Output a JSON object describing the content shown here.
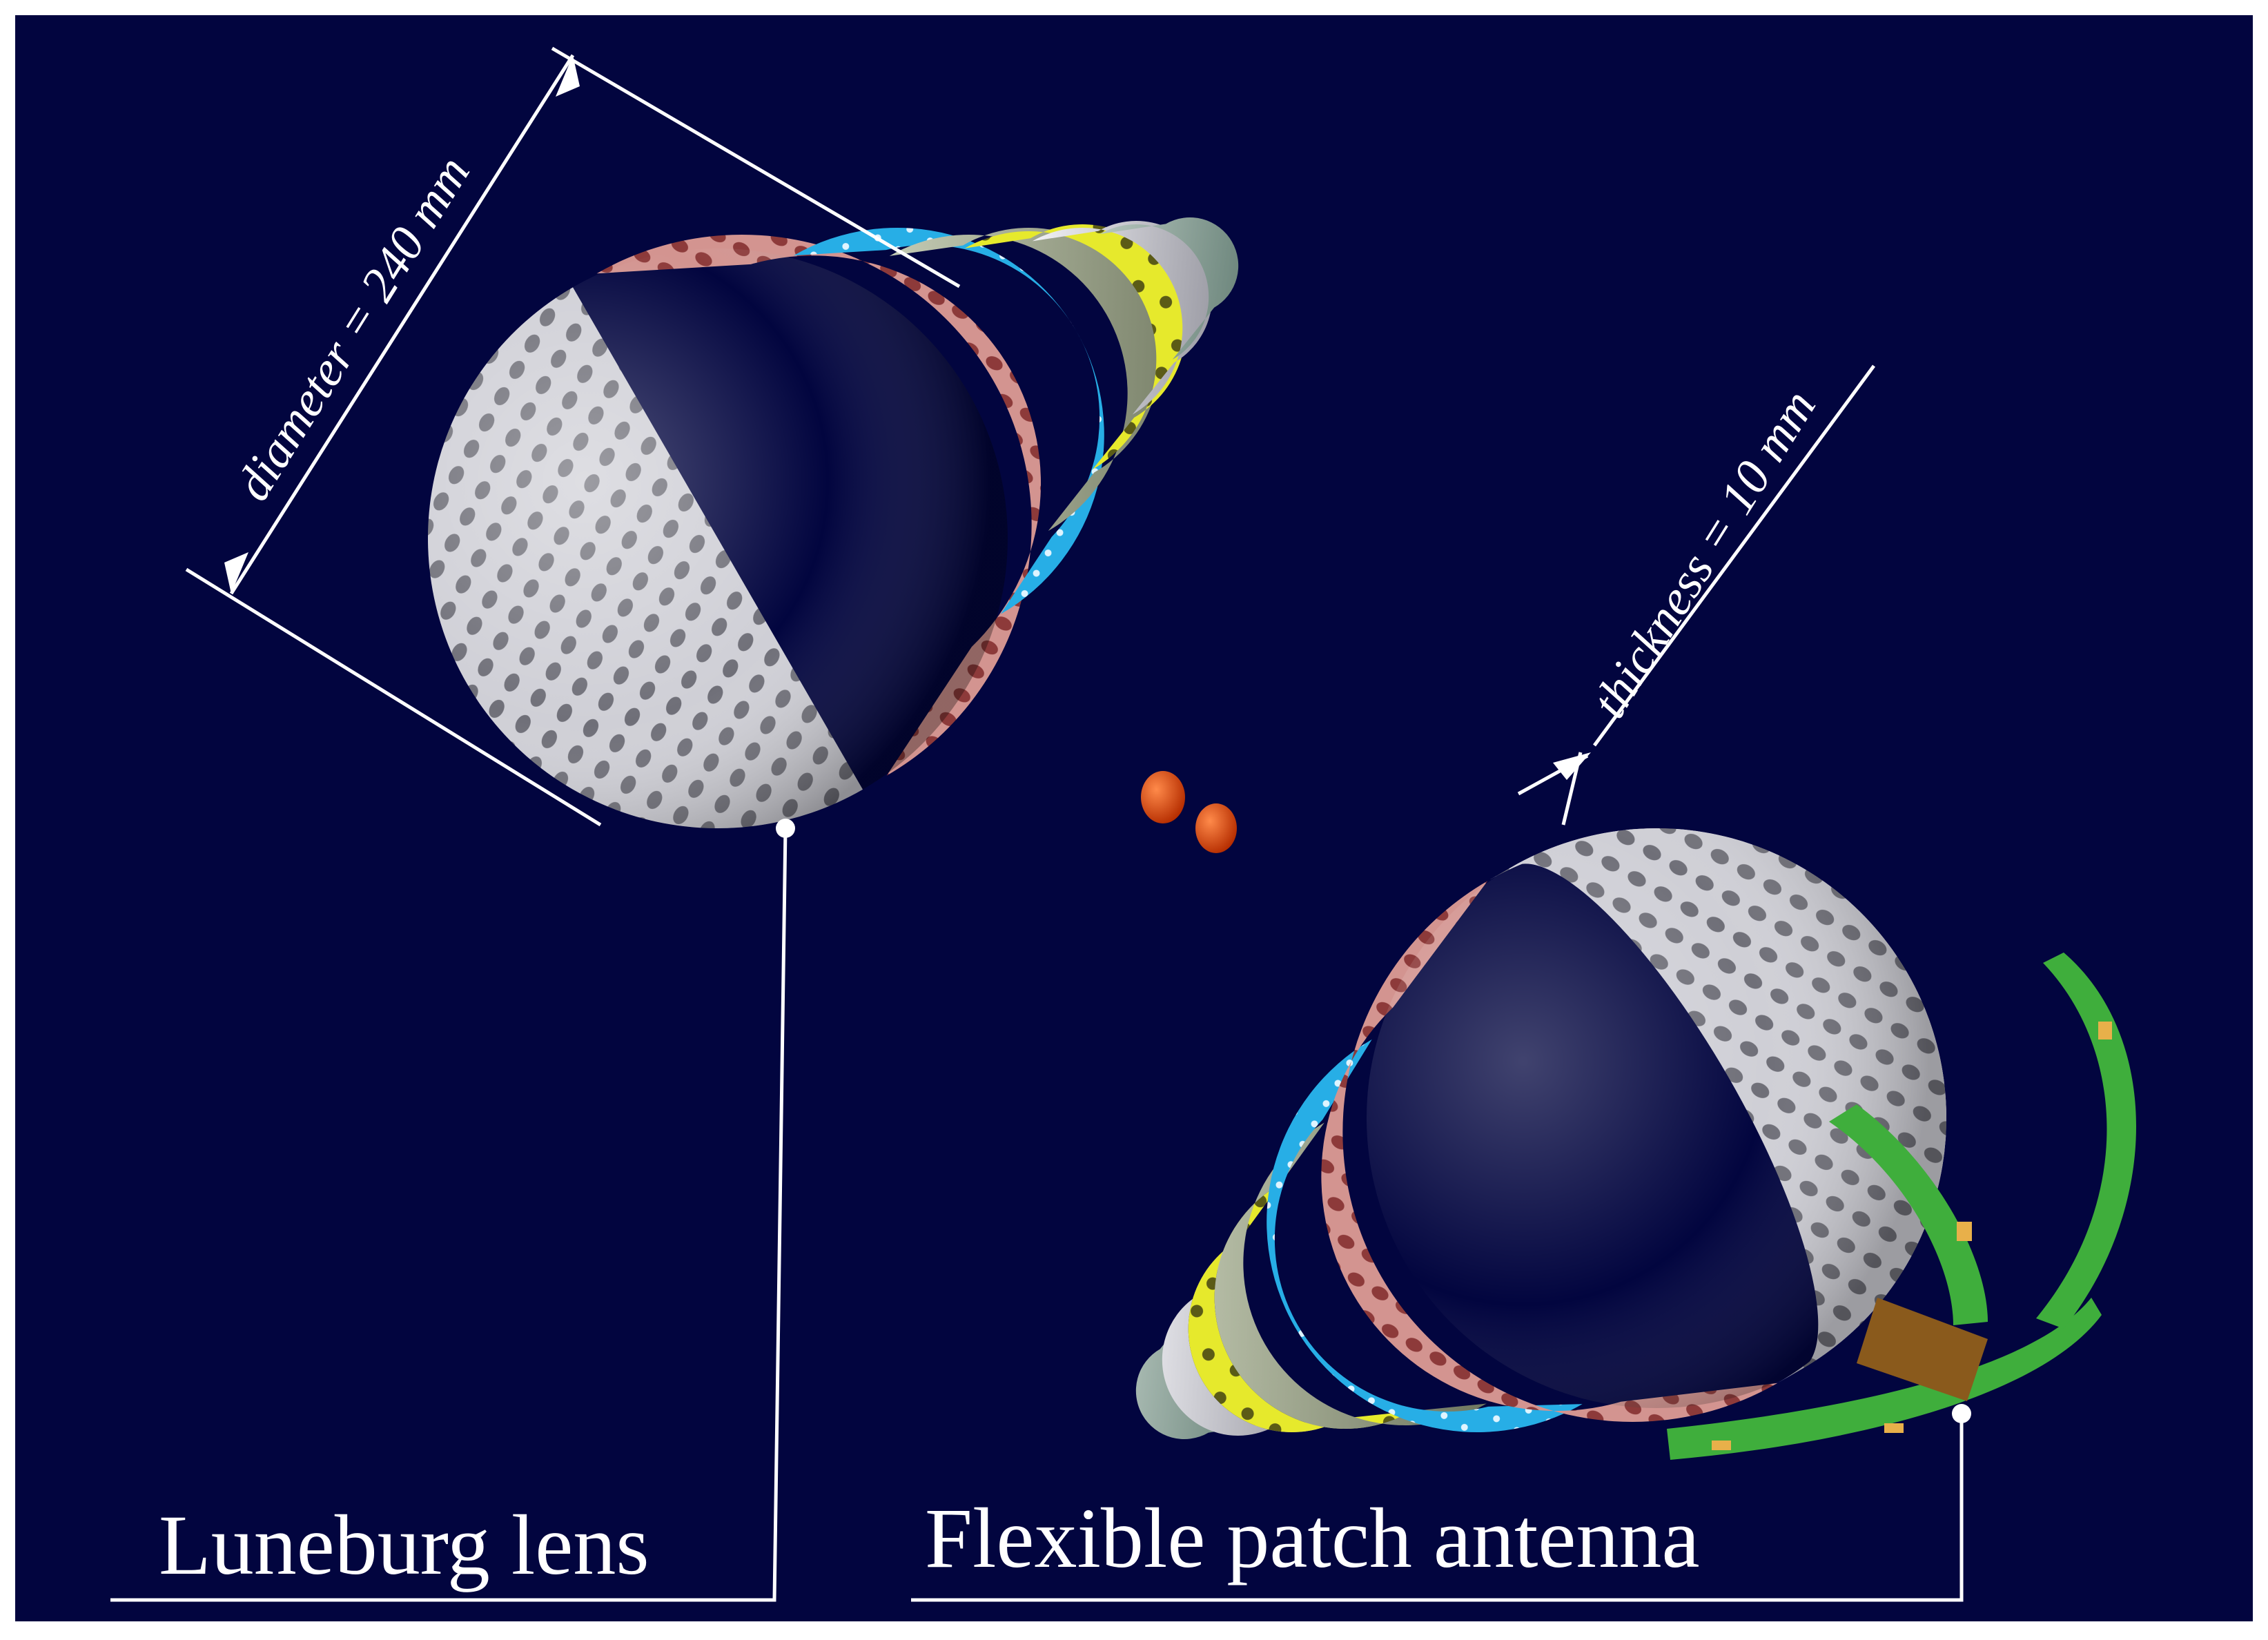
{
  "labels": {
    "diameter": "diameter = 240 mm",
    "thickness": "thickness = 10 mm",
    "lens": "Luneburg lens",
    "antenna": "Flexible patch antenna"
  },
  "colors": {
    "background": "#02053f",
    "frame": "#ffffff",
    "outer_shell": "#c9c9cf",
    "pink_shell": "#d08a86",
    "blue_shell": "#27aee6",
    "sage_shell": "#a3ab93",
    "yellow_shell": "#e6e92c",
    "grey_shell": "#cfcfd6",
    "teal_shell": "#8fa39a",
    "core": "#f04e0e",
    "antenna_green": "#3fae3c",
    "antenna_brown": "#8a5a1c",
    "antenna_pad": "#e8b04a",
    "line": "#ffffff"
  },
  "shells": [
    "outer",
    "pink",
    "blue",
    "sage",
    "yellow",
    "grey",
    "teal",
    "core"
  ]
}
